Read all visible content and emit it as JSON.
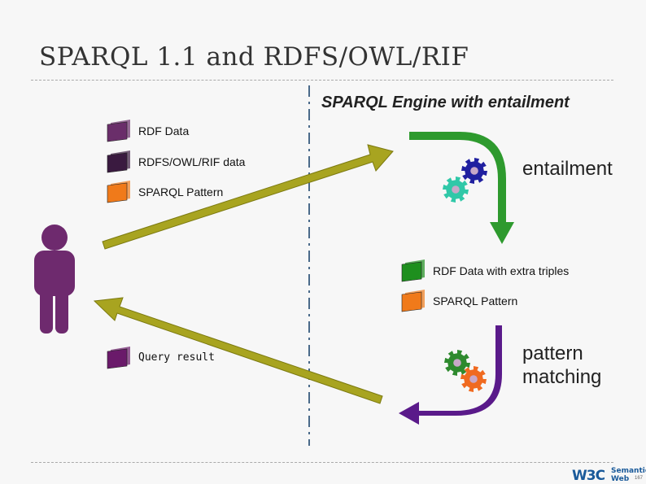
{
  "slide": {
    "title": "SPARQL 1.1 and RDFS/OWL/RIF",
    "engine_title": "SPARQL Engine with entailment"
  },
  "inputs": [
    {
      "label": "RDF Data",
      "color": "#6a2e6a"
    },
    {
      "label": "RDFS/OWL/RIF data",
      "color": "#3a1a40"
    },
    {
      "label": "SPARQL Pattern",
      "color": "#f07a1a"
    }
  ],
  "intermediate": [
    {
      "label": "RDF Data with extra triples",
      "color": "#1e8f1e"
    },
    {
      "label": "SPARQL Pattern",
      "color": "#f07a1a"
    }
  ],
  "output": {
    "label": "Query result",
    "color": "#6a1a6a"
  },
  "steps": {
    "entailment": "entailment",
    "pattern_matching": "pattern matching"
  },
  "colors": {
    "person": "#6e2a6e",
    "arrow_olive": "#a8a420",
    "green_arrow": "#2e9a2e",
    "purple_arrow": "#5a1a8a",
    "gear_blue": "#2020a0",
    "gear_teal": "#30c8a8",
    "gear_green": "#2e8a2e",
    "gear_orange": "#f06a20"
  },
  "logo": {
    "w3c": "W3C",
    "semantic": "Semantic",
    "web": "Web",
    "page": "167"
  }
}
